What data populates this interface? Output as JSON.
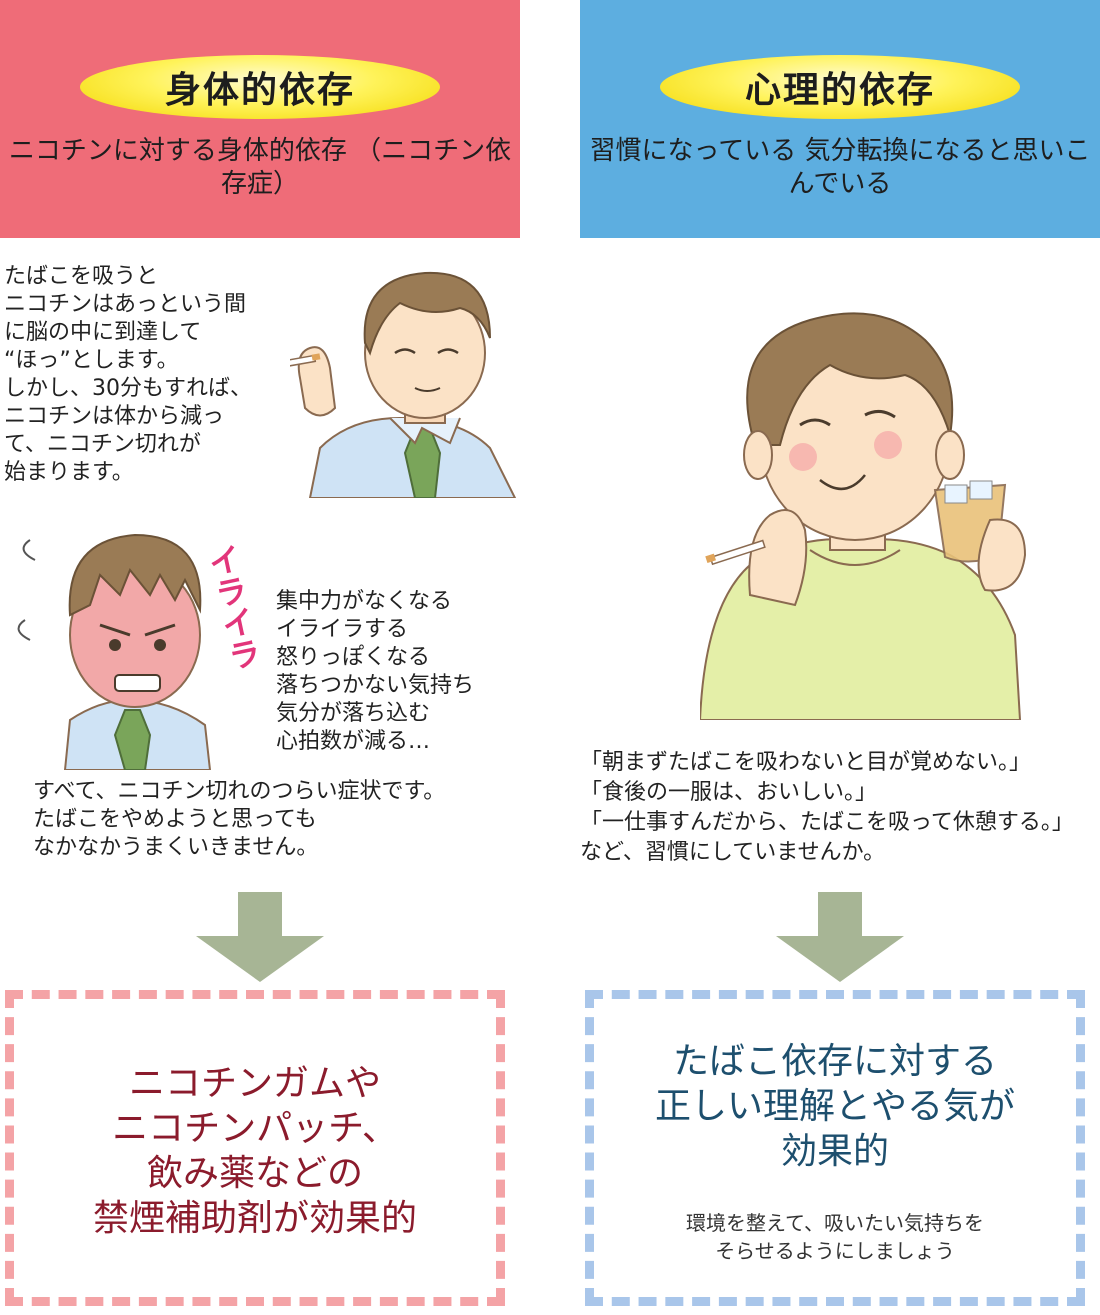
{
  "left": {
    "title": "身体的依存",
    "subtitle": "ニコチンに対する身体的依存\n（ニコチン依存症）",
    "intro": "たばこを吸うと\nニコチンはあっという間\nに脳の中に到達して\n“ほっ”とします。\nしかし、30分もすれば、\nニコチンは体から減っ\nて、ニコチン切れが\n始まります。",
    "irritation_label": "イライラ",
    "symptoms": "集中力がなくなる\nイライラする\n怒りっぽくなる\n落ちつかない気持ち\n気分が落ち込む\n心拍数が減る…",
    "conclusion": "すべて、ニコチン切れのつらい症状です。\nたばこをやめようと思っても\nなかなかうまくいきません。",
    "result_title": "ニコチンガムや\nニコチンパッチ、\n飲み薬などの\n禁煙補助剤が効果的"
  },
  "right": {
    "title": "心理的依存",
    "subtitle": "習慣になっている\n気分転換になると思いこんでいる",
    "examples": "「朝まずたばこを吸わないと目が覚めない。」\n「食後の一服は、おいしい。」\n「一仕事すんだから、たばこを吸って休憩する。」\nなど、習慣にしていませんか。",
    "result_title": "たばこ依存に対する\n正しい理解とやる気が\n効果的",
    "result_sub": "環境を整えて、吸いたい気持ちを\nそらせるようにしましょう"
  },
  "colors": {
    "left_header": "#ef6c78",
    "right_header": "#5daee0",
    "pill": "#fff35a",
    "arrow": "#a7b595",
    "left_box_border": "#f4a3a6",
    "right_box_border": "#a9c6ea",
    "left_result_text": "#8b1b2c",
    "right_result_text": "#1d4f6e"
  },
  "illustrations": [
    "man-smoking-relieved",
    "man-irritated",
    "man-smoking-with-drink"
  ]
}
